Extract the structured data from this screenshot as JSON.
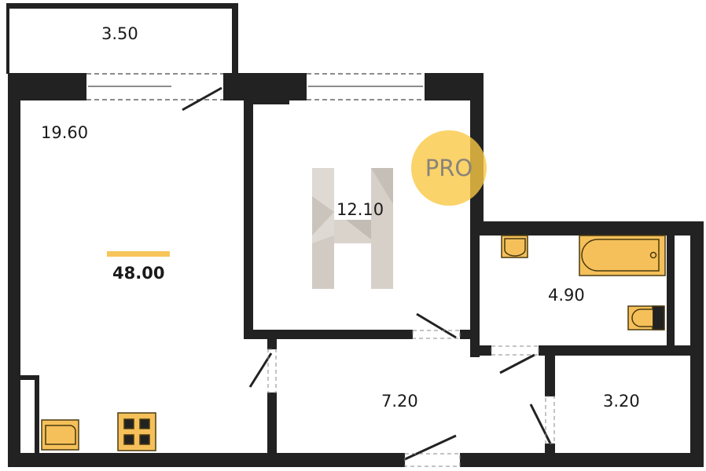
{
  "rooms": {
    "balcony": "3.50",
    "living_kitchen": "19.60",
    "bedroom": "12.10",
    "bathroom": "4.90",
    "hallway": "7.20",
    "storage": "3.20"
  },
  "total_area": "48.00",
  "watermark": "PRO",
  "colors": {
    "wall": "#222222",
    "fixture": "#f5c05a",
    "accent": "#f8c55a"
  }
}
